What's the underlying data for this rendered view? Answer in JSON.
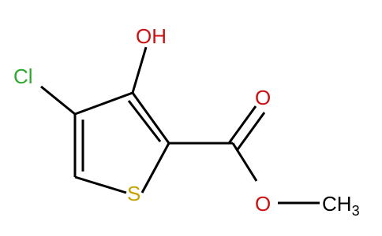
{
  "molecule": {
    "atoms": {
      "hydroxyl": "OH",
      "chlorine": "Cl",
      "sulfur": "S",
      "carbonyl_oxygen": "O",
      "ester_oxygen": "O",
      "methyl": "CH",
      "methyl_subscript": "3"
    },
    "colors": {
      "bond": "#000000",
      "chlorine": "#2ea82e",
      "oxygen": "#cc1010",
      "sulfur": "#c8a000"
    }
  }
}
